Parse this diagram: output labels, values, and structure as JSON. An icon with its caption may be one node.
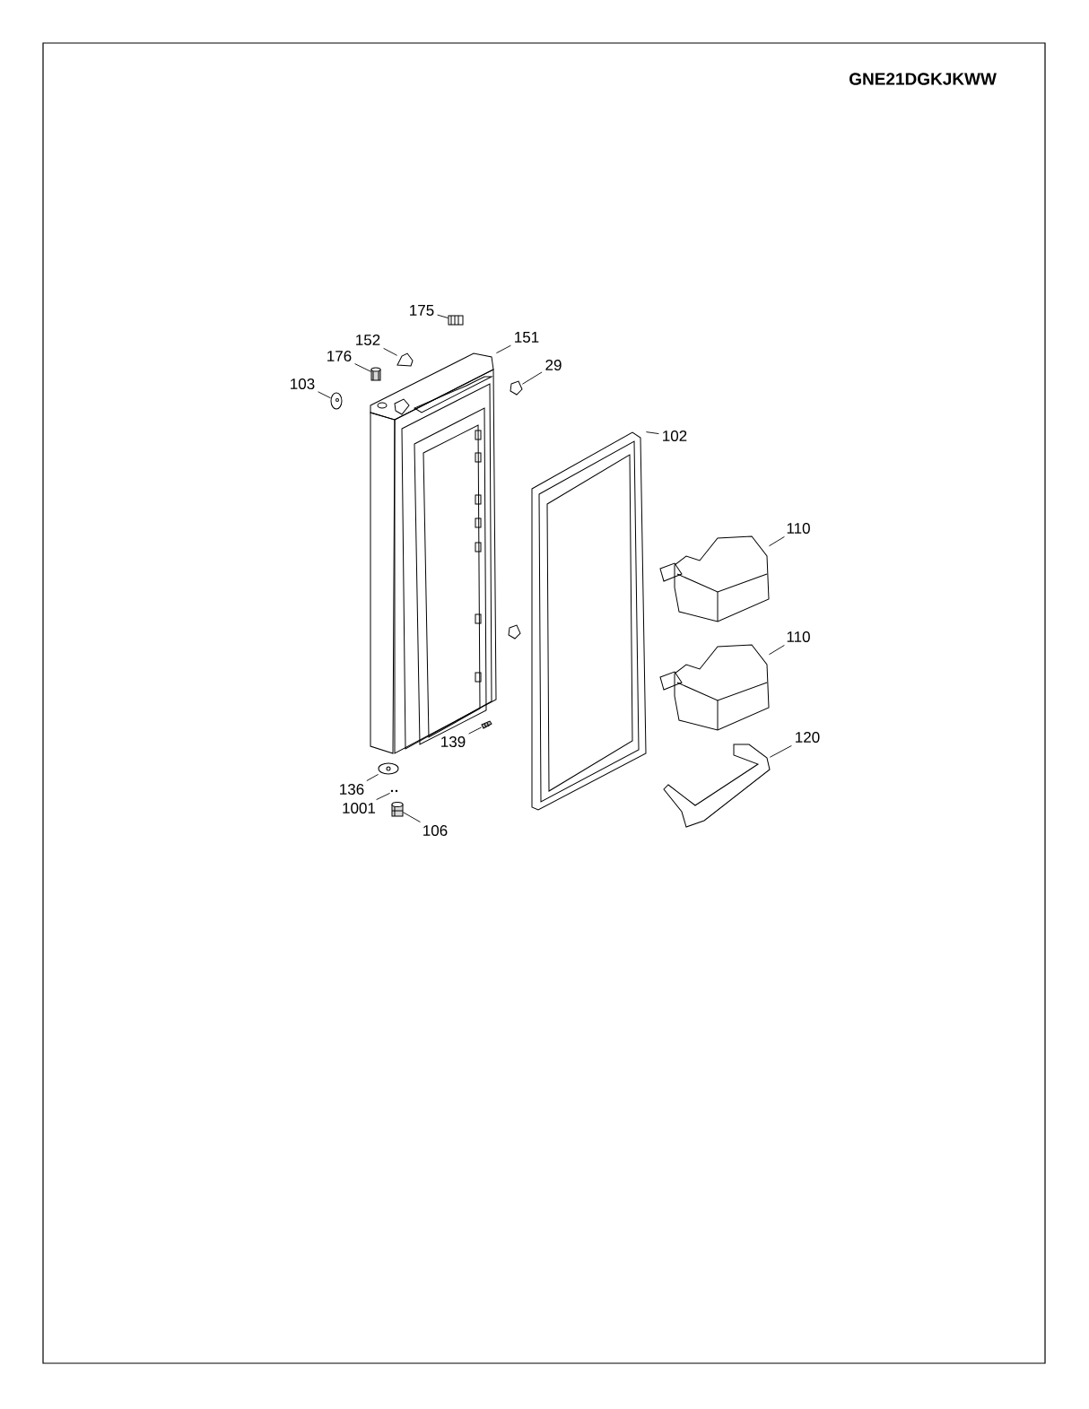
{
  "diagram": {
    "title": "GNE21DGKJKWW",
    "nodes": [
      {
        "text": [
          "175"
        ]
      },
      {
        "text": [
          "152"
        ]
      },
      {
        "text": [
          "151"
        ]
      },
      {
        "text": [
          "176"
        ]
      },
      {
        "text": [
          "29"
        ]
      },
      {
        "text": [
          "103"
        ]
      },
      {
        "text": [
          "102"
        ]
      },
      {
        "text": [
          "110"
        ]
      },
      {
        "text": [
          "110"
        ]
      },
      {
        "text": [
          "120"
        ]
      },
      {
        "text": [
          "139"
        ]
      },
      {
        "text": [
          "136"
        ]
      },
      {
        "text": [
          "1001"
        ]
      },
      {
        "text": [
          "106"
        ]
      },
      {
        "text": [],
        "shape": "picture"
      },
      {
        "text": [],
        "shape": "picture"
      },
      {
        "text": [],
        "shape": "picture"
      },
      {
        "text": [],
        "shape": "picture"
      },
      {
        "text": [],
        "shape": "picture"
      },
      {
        "text": [],
        "shape": "picture"
      },
      {
        "text": [],
        "shape": "picture"
      },
      {
        "text": [],
        "shape": "picture"
      },
      {
        "text": [],
        "shape": "picture"
      },
      {
        "text": [],
        "shape": "picture"
      },
      {
        "text": [],
        "shape": "picture"
      },
      {
        "text": [],
        "shape": "picture"
      },
      {
        "text": [],
        "shape": "picture"
      },
      {
        "text": [],
        "shape": "picture"
      },
      {
        "text": [],
        "shape": "picture"
      }
    ],
    "edges": [
      {
        "from": 0,
        "to": 14,
        "arrow": "none"
      },
      {
        "from": 1,
        "to": 15,
        "arrow": "none"
      },
      {
        "from": 2,
        "to": 16,
        "arrow": "none"
      },
      {
        "from": 3,
        "to": 17,
        "arrow": "none"
      },
      {
        "from": 4,
        "to": 18,
        "arrow": "none"
      },
      {
        "from": 5,
        "to": 19,
        "arrow": "none"
      },
      {
        "from": 6,
        "to": 20,
        "arrow": "none"
      },
      {
        "from": 7,
        "to": 21,
        "arrow": "none"
      },
      {
        "from": 8,
        "to": 22,
        "arrow": "none"
      },
      {
        "from": 9,
        "to": 23,
        "arrow": "none"
      },
      {
        "from": 10,
        "to": 24,
        "arrow": "none"
      },
      {
        "from": 11,
        "to": 25,
        "arrow": "none"
      },
      {
        "from": 12,
        "to": 26,
        "arrow": "none"
      },
      {
        "from": 13,
        "to": 27,
        "arrow": "none"
      }
    ]
  }
}
